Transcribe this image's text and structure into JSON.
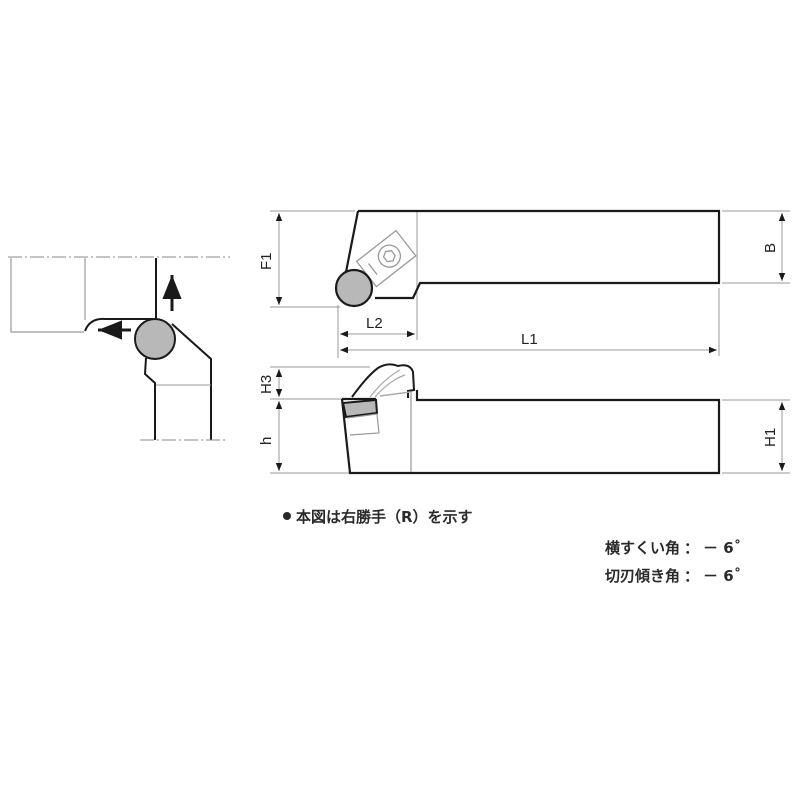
{
  "dimensions": {
    "F1": "F1",
    "B": "B",
    "L2": "L2",
    "L1": "L1",
    "H3": "H3",
    "h": "h",
    "H1": "H1"
  },
  "notes": {
    "hand_note": "本図は右勝手（R）を示す",
    "angles": [
      {
        "label": "横すくい角",
        "separator": "：",
        "value": "－ 6˚"
      },
      {
        "label": "切刃傾き角",
        "separator": "：",
        "value": "－ 6˚"
      }
    ]
  },
  "colors": {
    "outline": "#1a1a1a",
    "thin_line": "#9a9a9a",
    "insert_fill": "#b8b8b8"
  }
}
